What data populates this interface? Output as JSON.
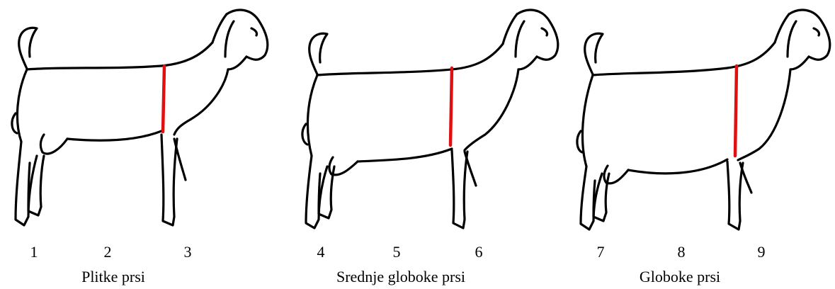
{
  "figures": [
    {
      "numbers": [
        "1",
        "2",
        "3"
      ],
      "caption": "Plitke prsi"
    },
    {
      "numbers": [
        "4",
        "5",
        "6"
      ],
      "caption": "Srednje globoke prsi"
    },
    {
      "numbers": [
        "7",
        "8",
        "9"
      ],
      "caption": "Globoke prsi"
    }
  ],
  "colors": {
    "outline": "#000000",
    "measure_line": "#e01010"
  }
}
